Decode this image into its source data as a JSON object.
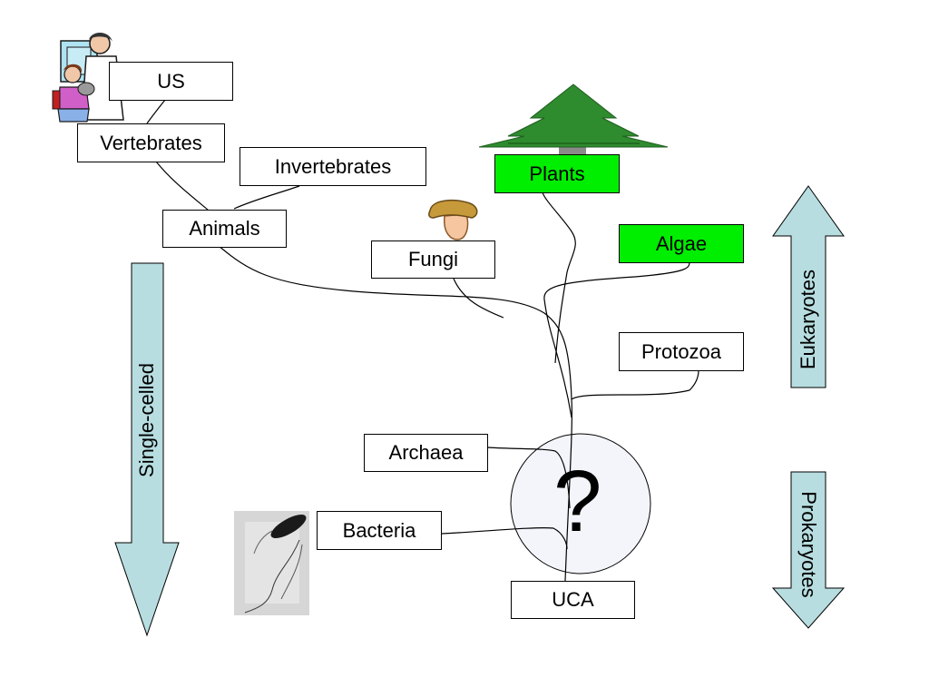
{
  "labels": {
    "us": "US",
    "vertebrates": "Vertebrates",
    "invertebrates": "Invertebrates",
    "animals": "Animals",
    "fungi": "Fungi",
    "plants": "Plants",
    "algae": "Algae",
    "protozoa": "Protozoa",
    "archaea": "Archaea",
    "bacteria": "Bacteria",
    "uca": "UCA",
    "question": "?"
  },
  "arrows": {
    "single_celled": "Single-celled",
    "eukaryotes": "Eukaryotes",
    "prokaryotes": "Prokaryotes"
  },
  "colors": {
    "green_box": "#00ee00",
    "arrow_fill": "#b7dde0",
    "tree_green": "#2e8b2e",
    "circle_fill": "#f3f5fb"
  },
  "icons": [
    "doctor-with-child-clipart",
    "pine-tree-clipart",
    "mushroom-clipart",
    "bacterium-micrograph"
  ]
}
